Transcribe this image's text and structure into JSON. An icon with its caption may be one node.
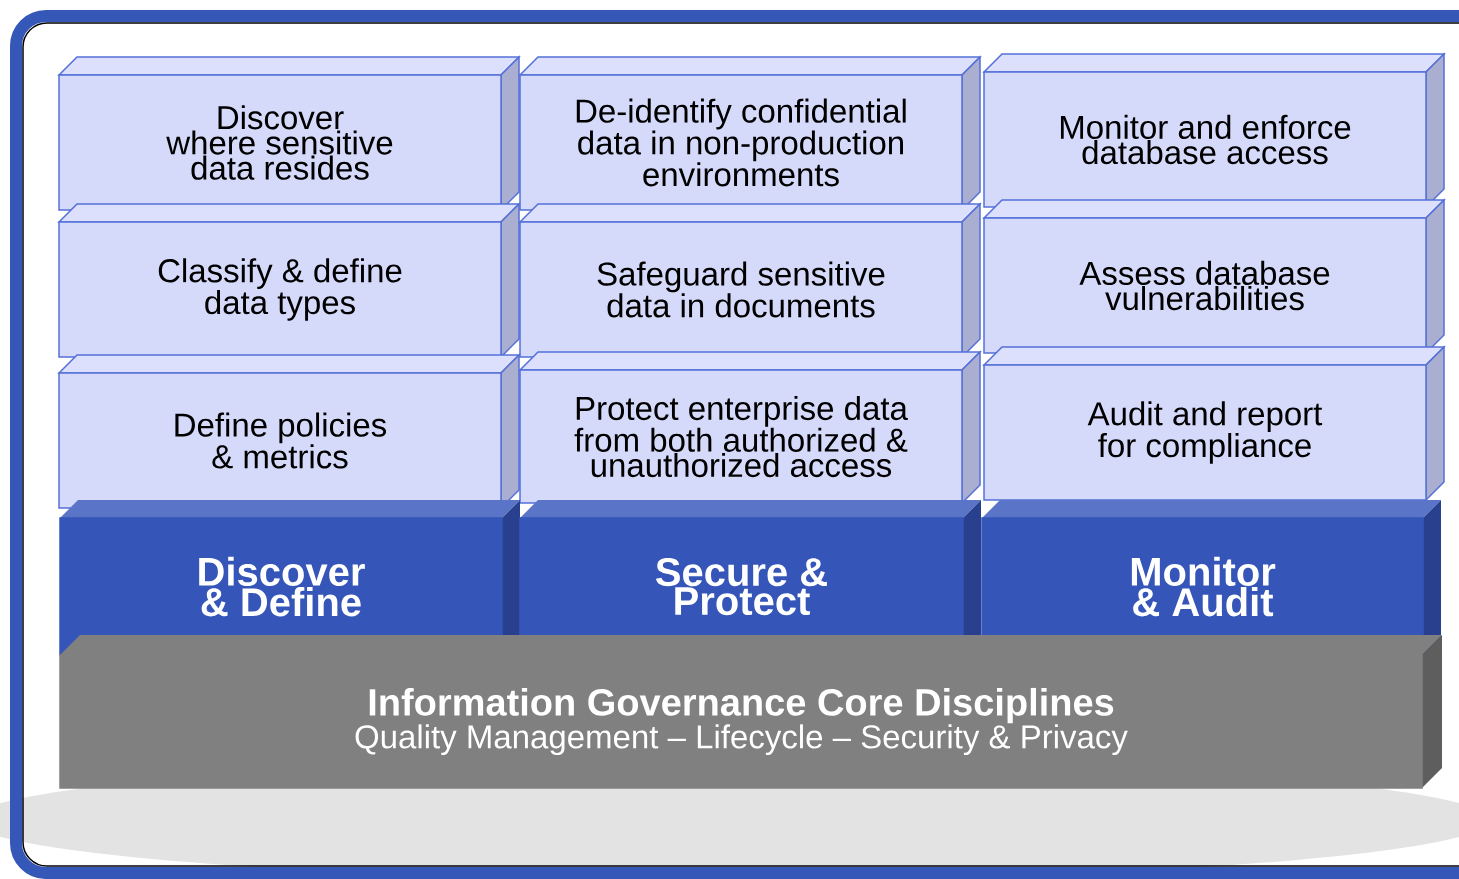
{
  "diagram": {
    "nodes": [
      {
        "text": [
          "Discover where sensitive data resides"
        ]
      },
      {
        "text": [
          "De-identify confidential data in non-production environments"
        ]
      },
      {
        "text": [
          "Monitor and enforce database access"
        ]
      },
      {
        "text": [
          "Classify & define data types"
        ]
      },
      {
        "text": [
          "Safeguard sensitive data in documents"
        ]
      },
      {
        "text": [
          "Assess database vulnerabilities"
        ]
      },
      {
        "text": [
          "Define policies & metrics"
        ]
      },
      {
        "text": [
          "Protect enterprise data from both authorized & unauthorized access"
        ]
      },
      {
        "text": [
          "Audit and report for compliance"
        ]
      },
      {
        "text": [
          "Discover & Define"
        ]
      },
      {
        "text": [
          "Secure & Protect"
        ]
      },
      {
        "text": [
          "Monitor & Audit"
        ]
      },
      {
        "text": [
          "Information Governance Core Disciplines",
          "Quality Management – Lifecycle – Security & Privacy"
        ]
      }
    ]
  }
}
